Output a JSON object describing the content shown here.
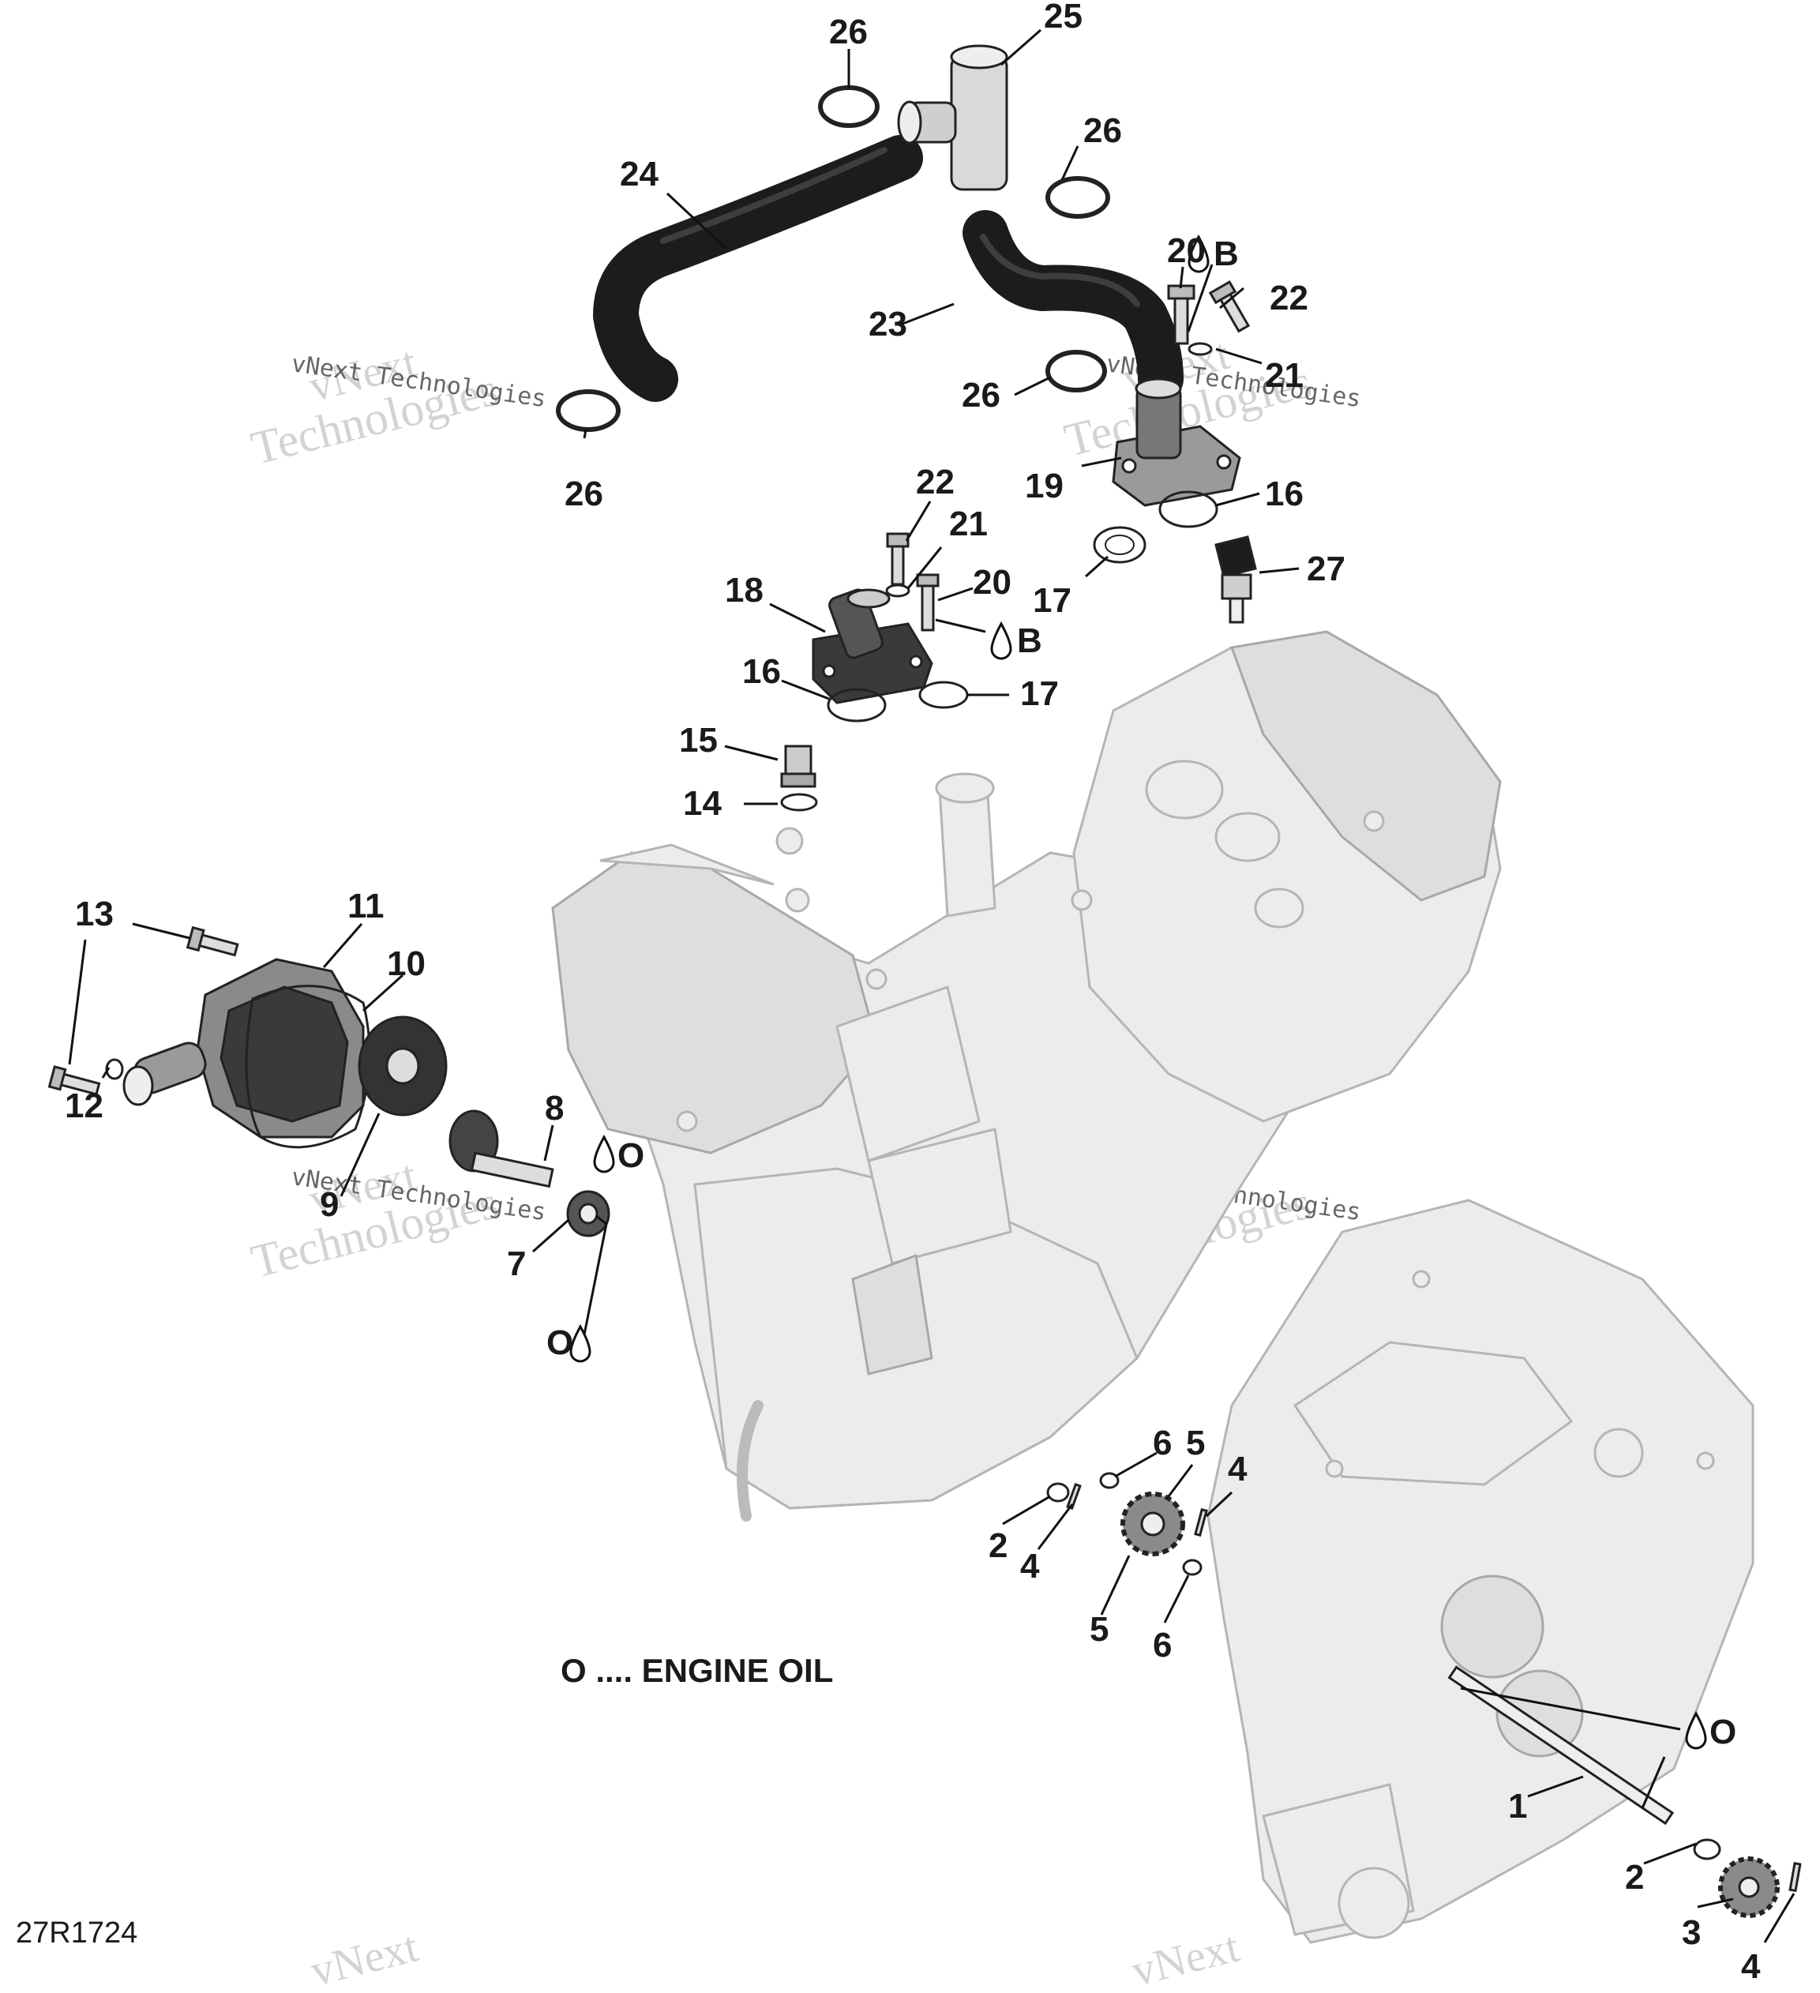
{
  "diagram": {
    "figure_code": "27R1724",
    "legend_note": "O .... ENGINE OIL",
    "watermark": {
      "line1": "vNext",
      "line2": "Technologies",
      "small": "vNext Technologies"
    },
    "callouts": {
      "c1": "1",
      "c2": "2",
      "c3": "3",
      "c4": "4",
      "c5": "5",
      "c6": "6",
      "c7": "7",
      "c8": "8",
      "c9": "9",
      "c10": "10",
      "c11": "11",
      "c12": "12",
      "c13": "13",
      "c14": "14",
      "c15": "15",
      "c16": "16",
      "c17": "17",
      "c18": "18",
      "c19": "19",
      "c20": "20",
      "c21": "21",
      "c22": "22",
      "c23": "23",
      "c24": "24",
      "c25": "25",
      "c26": "26",
      "c27": "27"
    },
    "lube_codes": {
      "oil": "O",
      "grease_b": "B"
    }
  }
}
